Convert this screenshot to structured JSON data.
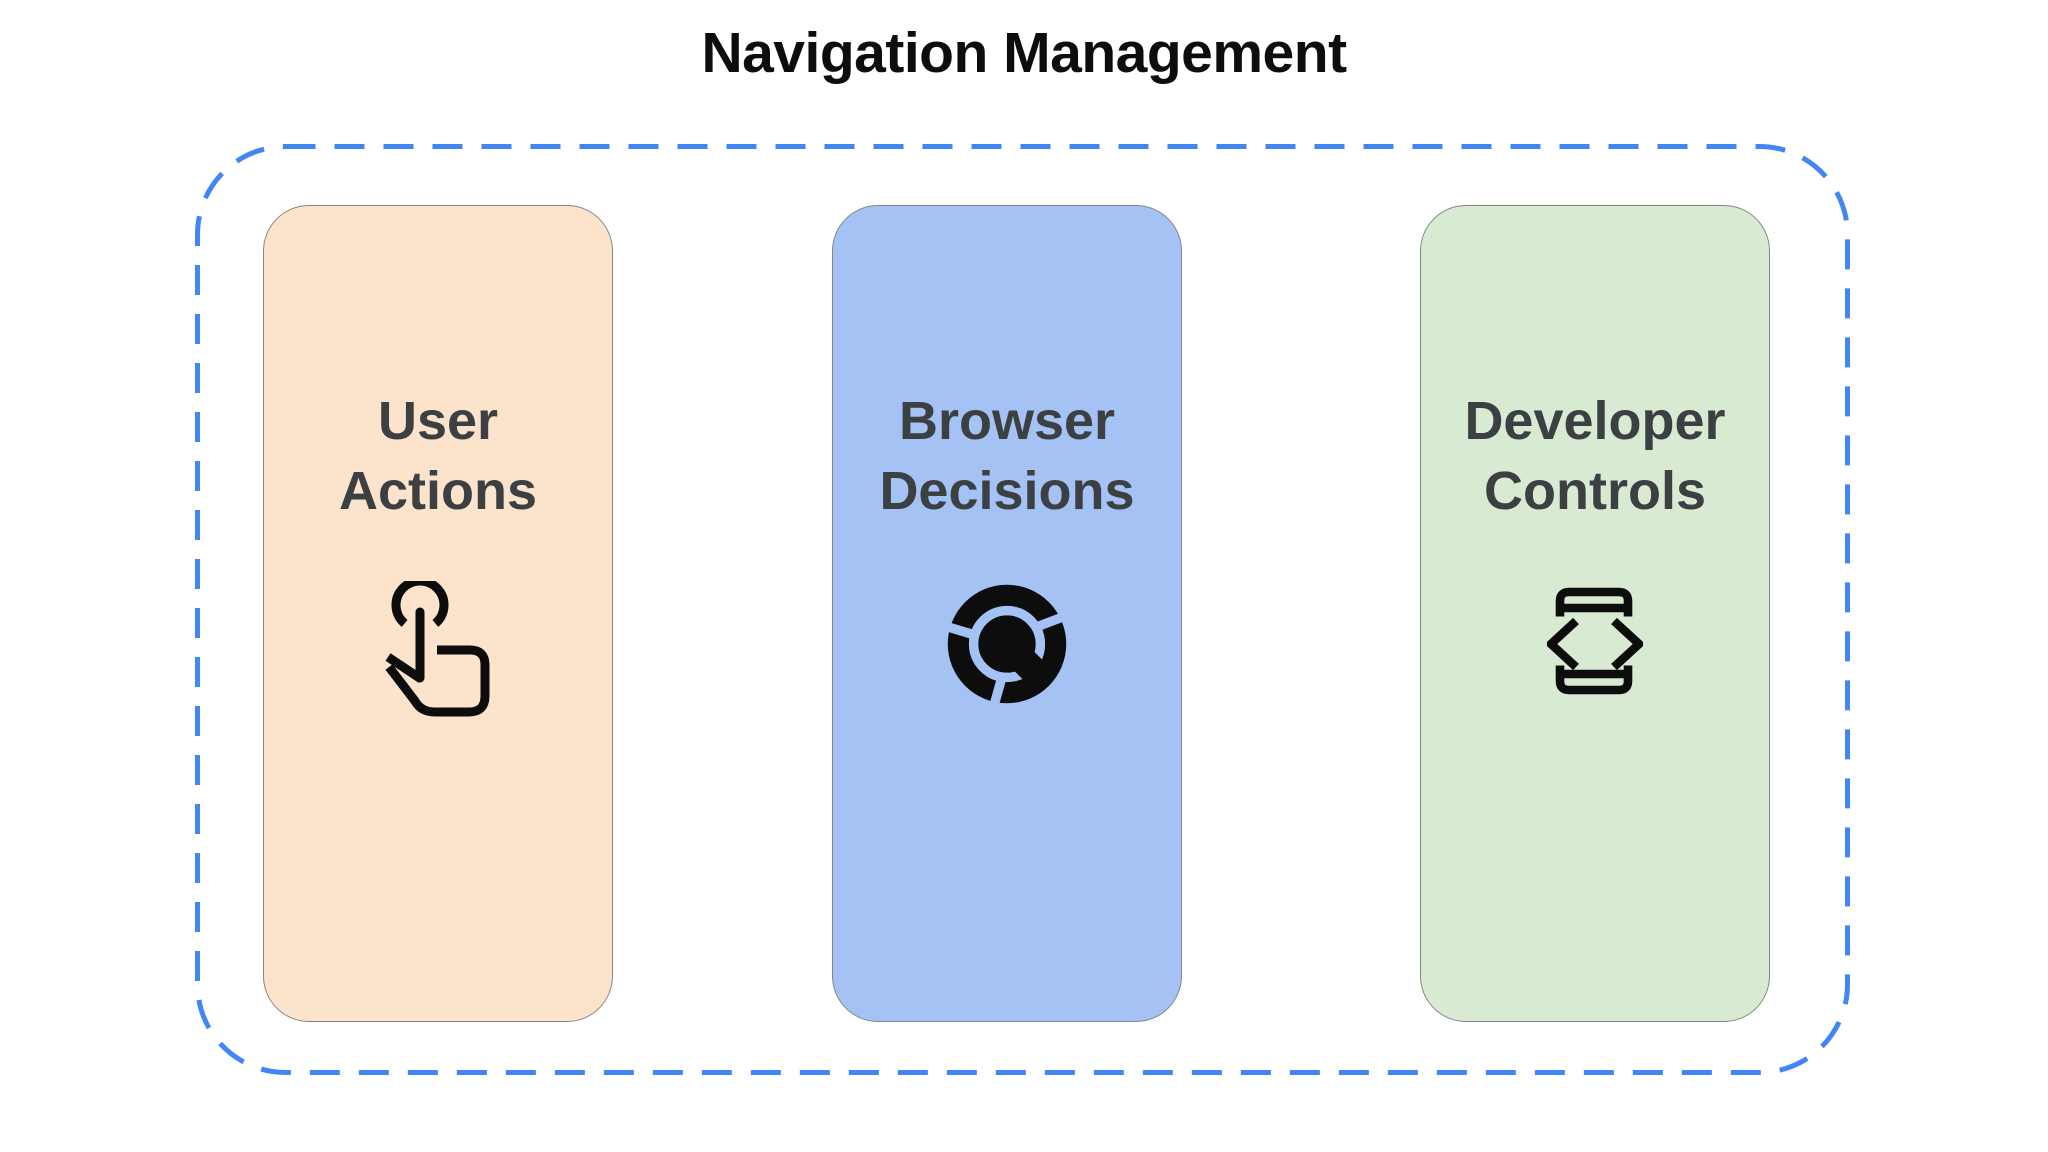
{
  "title": "Navigation Management",
  "boundary": {
    "style": "dashed-rounded-rectangle",
    "border_color": "#4285f4"
  },
  "text_color": "#3c4043",
  "cards": [
    {
      "label": "User Actions",
      "icon": "tap-gesture-icon",
      "background": "#fce3cb"
    },
    {
      "label": "Browser Decisions",
      "icon": "chrome-browser-icon",
      "background": "#a4c2f4"
    },
    {
      "label": "Developer Controls",
      "icon": "developer-mode-icon",
      "background": "#d9ead3"
    }
  ]
}
